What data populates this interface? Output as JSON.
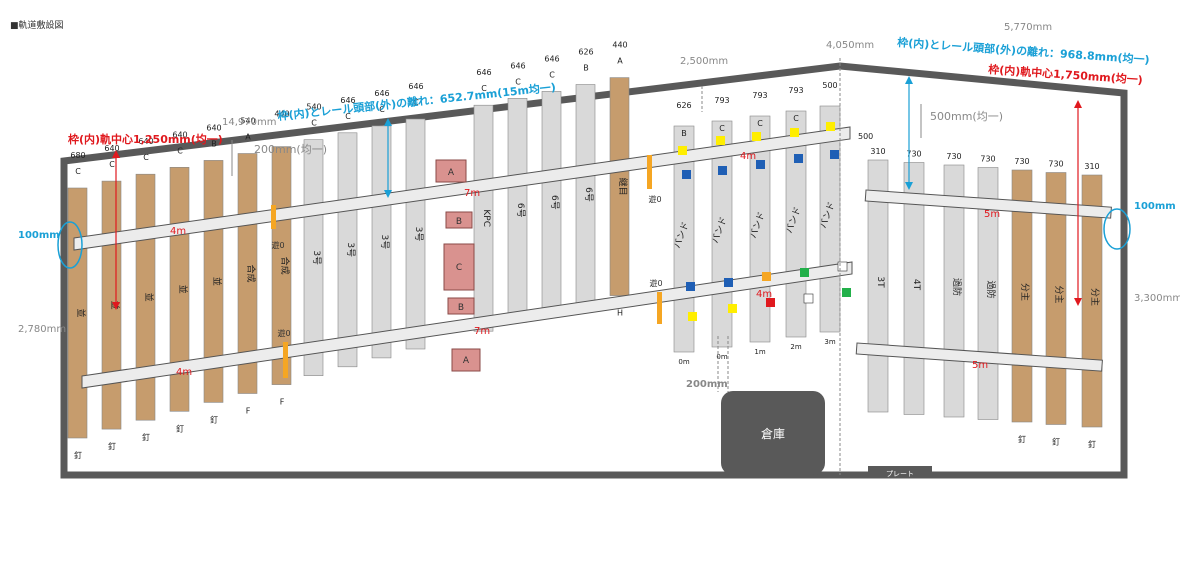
{
  "page_title": "■軌道敷設図",
  "colors": {
    "wood": "#c69c6d",
    "concrete": "#d9d9d9",
    "red": "#e0191e",
    "blue": "#1aa0d6",
    "rail": "#e8e8e8",
    "wall": "#595959",
    "orange": "#f5a623",
    "yellow": "#ffee00",
    "navy": "#1f5fb5",
    "green": "#22b04a",
    "pink": "#d9928f"
  },
  "dimensions": {
    "top_left": "14,970mm",
    "top_mid": "2,500mm",
    "top_joint": "4,050mm",
    "top_right": "5,770mm",
    "left_height": "2,780mm",
    "right_height": "3,300mm",
    "left_sleeper_gap": "200mm(均一)",
    "right_sleeper_gap": "500mm(均一)",
    "warehouse_gap": "200mm"
  },
  "annotations": {
    "left_center": "枠(内)軌中心1,250mm(均一)",
    "mid_clearance": "枠(内)とレール頭部(外)の離れ：652.7mm(15m均一)",
    "right_clearance": "枠(内)とレール頭部(外)の離れ：968.8mm(均一)",
    "right_center": "枠(内)軌中心1,750mm(均一)",
    "left_offset": "100mm",
    "right_offset": "100mm"
  },
  "rail_lengths": {
    "left_top": "4m",
    "left_bottom": "4m",
    "mid_top": "7m",
    "mid_bottom": "7m",
    "bond_top": "4m",
    "bond_bottom": "4m",
    "right_top": "5m",
    "right_bottom": "5m"
  },
  "sleepers_left": [
    {
      "spacing": "680",
      "type": "C",
      "label": "並",
      "bottom": "釘",
      "wood": true
    },
    {
      "spacing": "640",
      "type": "C",
      "label": "並",
      "bottom": "釘",
      "wood": true
    },
    {
      "spacing": "640",
      "type": "C",
      "label": "並",
      "bottom": "釘",
      "wood": true
    },
    {
      "spacing": "640",
      "type": "C",
      "label": "並",
      "bottom": "釘",
      "wood": true
    },
    {
      "spacing": "640",
      "type": "B",
      "label": "並",
      "bottom": "釘",
      "wood": true
    },
    {
      "spacing": "540",
      "type": "A",
      "label": "合成",
      "bottom": "F",
      "wood": true
    },
    {
      "spacing": "440",
      "type": "",
      "label": "合成",
      "bottom": "F",
      "wood": true
    },
    {
      "spacing": "540",
      "type": "C",
      "label": "3号",
      "bottom": "",
      "wood": false
    },
    {
      "spacing": "646",
      "type": "C",
      "label": "3号",
      "bottom": "",
      "wood": false
    },
    {
      "spacing": "646",
      "type": "C",
      "label": "3号",
      "bottom": "",
      "wood": false
    },
    {
      "spacing": "646",
      "type": "C",
      "label": "3号",
      "bottom": "",
      "wood": false
    },
    {
      "spacing": "646",
      "type": "",
      "label": "",
      "bottom": "",
      "wood": false
    },
    {
      "spacing": "646",
      "type": "C",
      "label": "KPC",
      "bottom": "",
      "wood": false
    },
    {
      "spacing": "646",
      "type": "C",
      "label": "6号",
      "bottom": "",
      "wood": false
    },
    {
      "spacing": "646",
      "type": "C",
      "label": "6号",
      "bottom": "",
      "wood": false
    },
    {
      "spacing": "626",
      "type": "B",
      "label": "6号",
      "bottom": "",
      "wood": false
    },
    {
      "spacing": "440",
      "type": "A",
      "label": "継目",
      "bottom": "H",
      "wood": true
    }
  ],
  "sleepers_bond": [
    {
      "spacing": "626",
      "type": "B",
      "label": "バンド",
      "bottom": "0m"
    },
    {
      "spacing": "793",
      "type": "C",
      "label": "バンド",
      "bottom": "0m"
    },
    {
      "spacing": "793",
      "type": "C",
      "label": "バンド",
      "bottom": "1m"
    },
    {
      "spacing": "793",
      "type": "C",
      "label": "バンド",
      "bottom": "2m"
    },
    {
      "spacing": "500",
      "type": "",
      "label": "バンド",
      "bottom": "3m"
    }
  ],
  "extra_top_labels": {
    "bond_first": "500"
  },
  "sleepers_right": [
    {
      "spacing": "310",
      "label": "3T",
      "bottom": "",
      "wood": false
    },
    {
      "spacing": "730",
      "label": "4T",
      "bottom": "",
      "wood": false
    },
    {
      "spacing": "730",
      "label": "過防",
      "bottom": "",
      "wood": false
    },
    {
      "spacing": "730",
      "label": "過防",
      "bottom": "",
      "wood": false
    },
    {
      "spacing": "730",
      "label": "分主",
      "bottom": "釘",
      "wood": true
    },
    {
      "spacing": "730",
      "label": "分主",
      "bottom": "釘",
      "wood": true
    },
    {
      "spacing": "310",
      "label": "分主",
      "bottom": "釘",
      "wood": true
    }
  ],
  "joint_marks": {
    "asobi": "遊0",
    "asobi2": "遊0"
  },
  "plate_labels": [
    "A",
    "B",
    "C",
    "B",
    "A"
  ],
  "warehouse": "倉庫",
  "plate": "プレート"
}
